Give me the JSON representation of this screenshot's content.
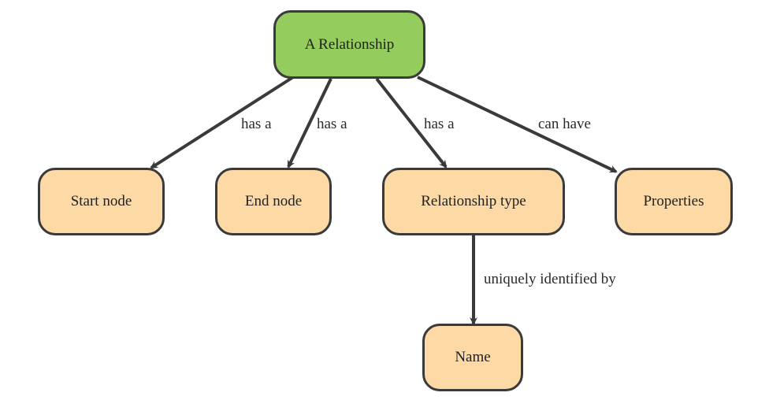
{
  "nodes": {
    "root": {
      "label": "A Relationship",
      "color": "#94cc5e"
    },
    "start_node": {
      "label": "Start node",
      "color": "#fcd9a5"
    },
    "end_node": {
      "label": "End node",
      "color": "#fcd9a5"
    },
    "relationship_type": {
      "label": "Relationship type",
      "color": "#fcd9a5"
    },
    "properties": {
      "label": "Properties",
      "color": "#fcd9a5"
    },
    "name": {
      "label": "Name",
      "color": "#fcd9a5"
    }
  },
  "edges": [
    {
      "from": "root",
      "to": "start_node",
      "label": "has a"
    },
    {
      "from": "root",
      "to": "end_node",
      "label": "has a"
    },
    {
      "from": "root",
      "to": "relationship_type",
      "label": "has a"
    },
    {
      "from": "root",
      "to": "properties",
      "label": "can have"
    },
    {
      "from": "relationship_type",
      "to": "name",
      "label": "uniquely identified by"
    }
  ]
}
